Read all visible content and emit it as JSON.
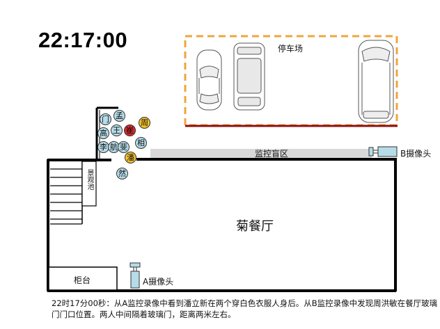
{
  "clock": "22:17:00",
  "parking": {
    "label": "停车场"
  },
  "blind_zone": {
    "label": "监控盲区"
  },
  "camera_a": {
    "label": "A摄像头"
  },
  "camera_b": {
    "label": "B摄像头"
  },
  "restaurant": {
    "label": "菊餐厅"
  },
  "counter": {
    "label": "柜台"
  },
  "landscape_pool": {
    "label": "景观池"
  },
  "people": {
    "men": "门",
    "meng": "孟",
    "zhou": "周",
    "gao": "高",
    "wang": "王",
    "cui": "崔",
    "li": "李",
    "hang": "航",
    "fei": "斐",
    "xiang": "相",
    "pan": "潘",
    "ran": "然"
  },
  "colors": {
    "yellow": "#F2C12E",
    "red": "#D62828",
    "blue": "#B6DCE8",
    "orange": "#F0A53C",
    "dark_red": "#8B1010"
  },
  "caption": "22时17分00秒：从A监控录像中看到潘立新在两个穿白色衣服人身后。从B监控录像中发现周洪敏在餐厅玻璃门门口位置。两人中间隔着玻璃门，距离两米左右。"
}
